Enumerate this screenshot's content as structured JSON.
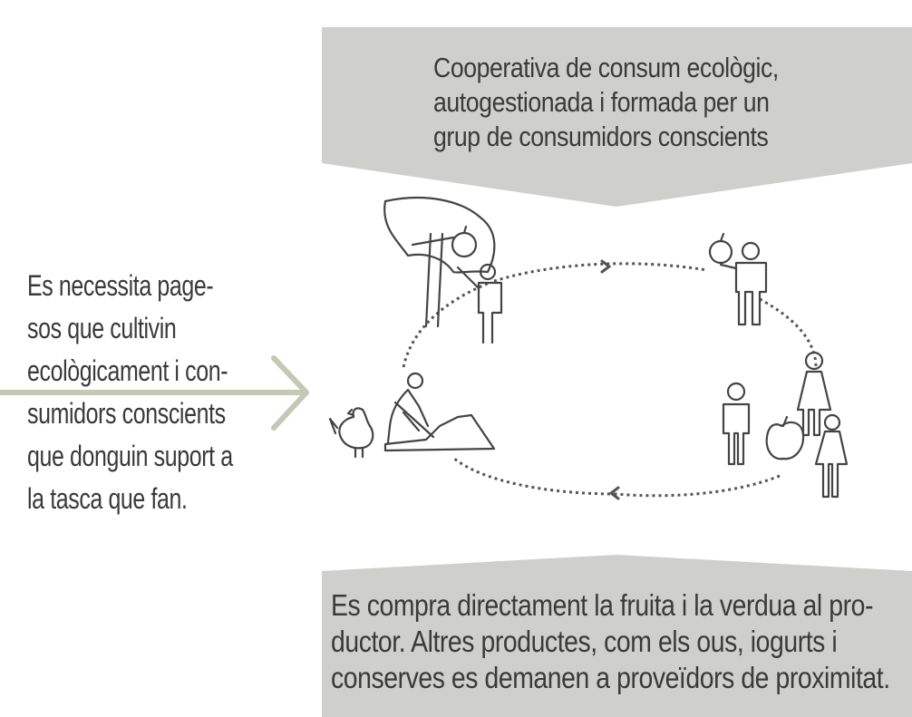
{
  "top_box": {
    "lines": [
      "Cooperativa de consum ecològic,",
      "autogestionada i formada per un",
      "grup de consumidors conscients"
    ]
  },
  "left_note": {
    "lines": [
      "Es necessita page-",
      "sos que cultivin",
      "ecològicament i con-",
      "sumidors conscients",
      "que donguin suport a",
      "la tasca que fan."
    ]
  },
  "bottom_box": {
    "lines": [
      "Es compra directament la fruita i la verdua al pro-",
      "ductor. Altres productes, com els ous, iogurts i",
      "conserves es demanen a proveïdors de proximitat."
    ]
  },
  "colors": {
    "box_fill": "#cfcfcd",
    "arrow_green": "#c3c9b2",
    "ink": "#3a3a3a"
  },
  "icons": [
    "farmer-picking-apple-icon",
    "person-with-apple-icon",
    "farmer-digging-icon",
    "chicken-icon",
    "family-with-apple-icon"
  ]
}
